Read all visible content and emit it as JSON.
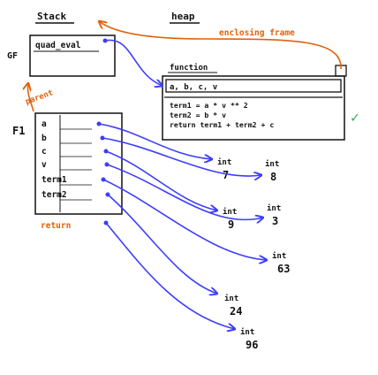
{
  "headers": {
    "stack": "Stack",
    "heap": "heap"
  },
  "global_frame": {
    "label": "GF",
    "var": "quad_eval"
  },
  "local_frame": {
    "label": "F1",
    "parent": "parent",
    "vars": [
      "a",
      "b",
      "c",
      "v",
      "term1",
      "term2"
    ],
    "return": "return"
  },
  "function_obj": {
    "title": "function",
    "params": "a, b, c, v",
    "body": [
      "term1 = a * v ** 2",
      "term2 = b * v",
      "return term1 + term2 + c"
    ],
    "check": "✓"
  },
  "enclosing": "enclosing frame",
  "objects": [
    {
      "type": "int",
      "value": "7"
    },
    {
      "type": "int",
      "value": "8"
    },
    {
      "type": "int",
      "value": "9"
    },
    {
      "type": "int",
      "value": "3"
    },
    {
      "type": "int",
      "value": "63"
    },
    {
      "type": "int",
      "value": "24"
    },
    {
      "type": "int",
      "value": "96"
    }
  ],
  "colors": {
    "ink": "#111111",
    "pointer": "#3d3dff",
    "orange": "#e0620c",
    "check": "#2fa84f"
  }
}
